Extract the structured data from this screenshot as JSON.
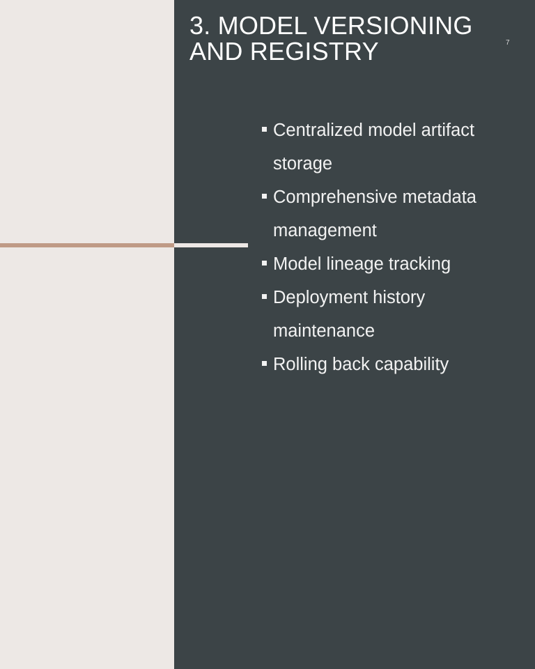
{
  "slide": {
    "title_line1": "3. MODEL VERSIONING",
    "title_line2": "AND REGISTRY",
    "number": "7",
    "bullets": [
      "Centralized model artifact storage",
      "Comprehensive metadata management",
      "Model lineage tracking",
      "Deployment history maintenance",
      "Rolling back capability"
    ]
  },
  "colors": {
    "left_background": "#ede8e5",
    "right_background": "#3c4447",
    "accent": "#bf9a86",
    "text": "#ffffff"
  }
}
